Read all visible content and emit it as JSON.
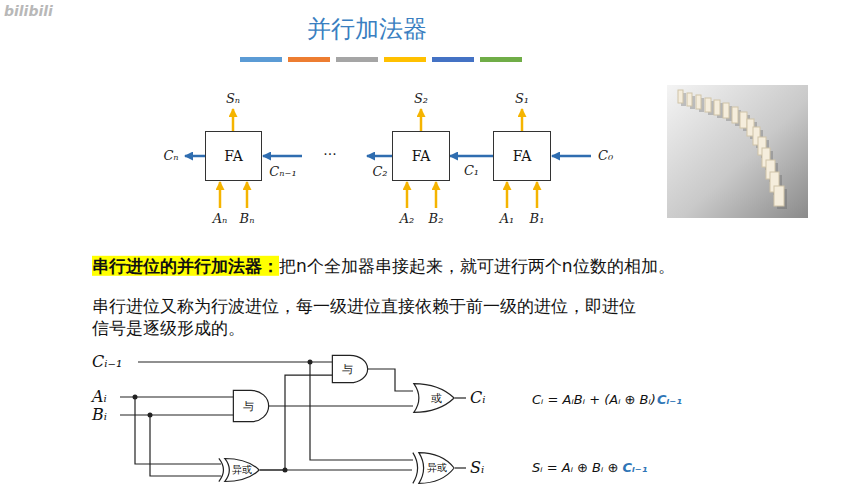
{
  "diagram": {
    "title": "并行加法器",
    "nodes": [
      {
        "text": [
          "FA"
        ]
      },
      {
        "text": [
          "FA"
        ]
      },
      {
        "text": [
          "FA"
        ]
      },
      {
        "text": [
          "与"
        ]
      },
      {
        "text": [
          "与"
        ]
      },
      {
        "text": [
          "或"
        ]
      },
      {
        "text": [
          "异或"
        ]
      },
      {
        "text": [
          "异或"
        ]
      }
    ],
    "edges": [
      {
        "from": 2,
        "to": 1,
        "arrow": "to",
        "label": "C₁"
      },
      {
        "from": 6,
        "to": 3,
        "arrow": "none"
      },
      {
        "from": 6,
        "to": 7,
        "arrow": "none"
      },
      {
        "from": 3,
        "to": 5,
        "arrow": "none"
      },
      {
        "from": 4,
        "to": 5,
        "arrow": "none"
      }
    ],
    "labels": [
      "bilibili",
      "Sₙ",
      "S₂",
      "S₁",
      "Cₙ",
      "Cₙ₋₁",
      "···",
      "C₂",
      "C₀",
      "Aₙ",
      "Bₙ",
      "A₂",
      "B₂",
      "A₁",
      "B₁",
      "串行进位的并行加法器：",
      "把n个全加器串接起来，就可进行两个n位数的相加。",
      "串行进位又称为行波进位，每一级进位直接依赖于前一级的进位，即进位信号是逐级形成的。",
      "Cᵢ₋₁",
      "Aᵢ",
      "Bᵢ",
      "Cᵢ",
      "Sᵢ",
      "Cᵢ = AᵢBᵢ + (Aᵢ ⊕ Bᵢ)",
      "Cᵢ₋₁",
      "Sᵢ = Aᵢ ⊕ Bᵢ ⊕",
      "Cᵢ₋₁"
    ]
  }
}
